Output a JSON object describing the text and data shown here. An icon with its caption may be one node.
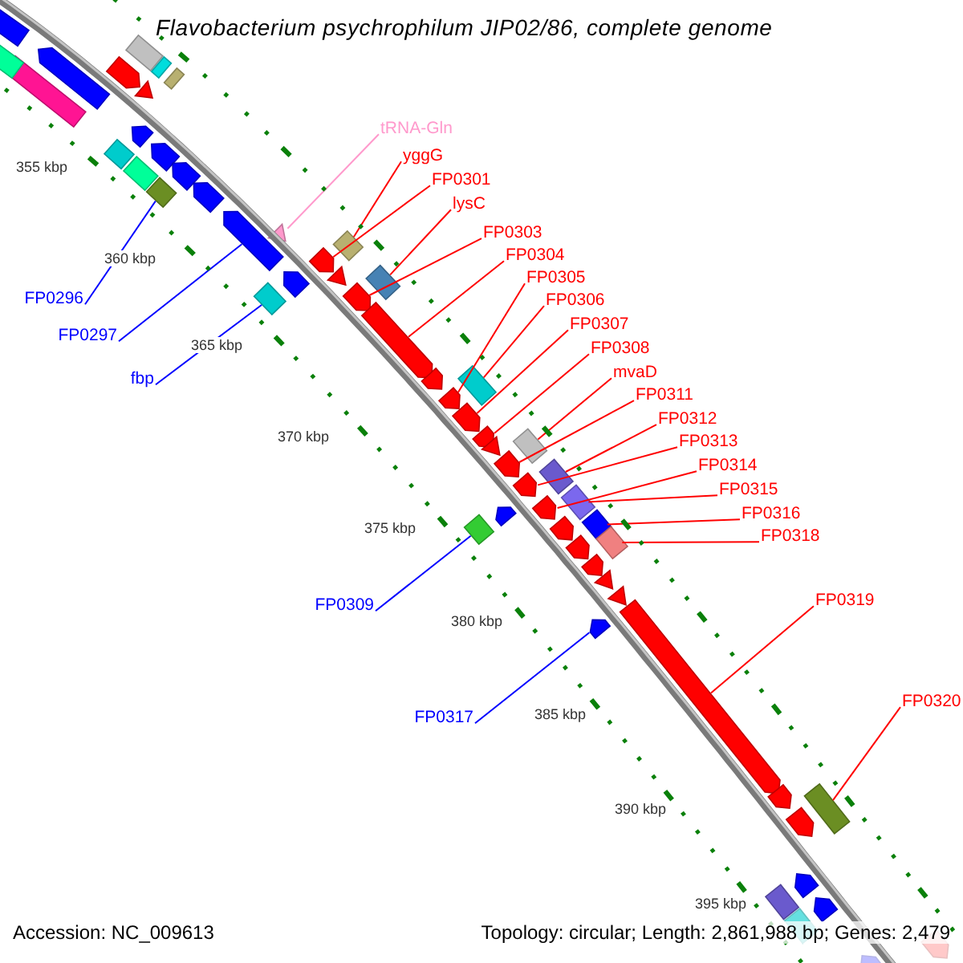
{
  "diagram": {
    "title": "Flavobacterium psychrophilum JIP02/86, complete genome",
    "nodes": [
      {
        "text": [
          "tRNA-Gln"
        ]
      },
      {
        "text": [
          "yggG"
        ]
      },
      {
        "text": [
          "FP0301"
        ]
      },
      {
        "text": [
          "lysC"
        ]
      },
      {
        "text": [
          "FP0303"
        ]
      },
      {
        "text": [
          "FP0304"
        ]
      },
      {
        "text": [
          "FP0305"
        ]
      },
      {
        "text": [
          "FP0306"
        ]
      },
      {
        "text": [
          "FP0307"
        ]
      },
      {
        "text": [
          "FP0308"
        ]
      },
      {
        "text": [
          "mvaD"
        ]
      },
      {
        "text": [
          "FP0311"
        ]
      },
      {
        "text": [
          "FP0312"
        ]
      },
      {
        "text": [
          "FP0313"
        ]
      },
      {
        "text": [
          "FP0314"
        ]
      },
      {
        "text": [
          "FP0315"
        ]
      },
      {
        "text": [
          "FP0316"
        ]
      },
      {
        "text": [
          "FP0318"
        ]
      },
      {
        "text": [
          "FP0319"
        ]
      },
      {
        "text": [
          "FP0320"
        ]
      },
      {
        "text": [
          "FP0296"
        ]
      },
      {
        "text": [
          "FP0297"
        ]
      },
      {
        "text": [
          "fbp"
        ]
      },
      {
        "text": [
          "FP0309"
        ]
      },
      {
        "text": [
          "FP0317"
        ]
      },
      {
        "text": [],
        "shape": "triangle"
      },
      {
        "text": [],
        "shape": "diamond"
      },
      {
        "text": [],
        "shape": "arrow"
      },
      {
        "text": [],
        "shape": "box"
      },
      {
        "text": [],
        "shape": "arrow"
      },
      {
        "text": [],
        "shape": "arrow"
      },
      {
        "text": [],
        "shape": "arrow"
      },
      {
        "text": [],
        "shape": "box"
      },
      {
        "text": [],
        "shape": "arrow"
      },
      {
        "text": [],
        "shape": "arrow"
      },
      {
        "text": [],
        "shape": "box"
      },
      {
        "text": [],
        "shape": "arrow"
      },
      {
        "text": [],
        "shape": "box"
      },
      {
        "text": [],
        "shape": "arrow"
      },
      {
        "text": [],
        "shape": "arrow"
      },
      {
        "text": [],
        "shape": "box"
      },
      {
        "text": [],
        "shape": "diamond"
      },
      {
        "text": [],
        "shape": "box"
      },
      {
        "text": [],
        "shape": "arrow"
      },
      {
        "text": [],
        "shape": "box"
      },
      {
        "text": [],
        "shape": "diamond"
      },
      {
        "text": [],
        "shape": "arrow"
      },
      {
        "text": [],
        "shape": "box"
      },
      {
        "text": [],
        "shape": "diamond"
      },
      {
        "text": [],
        "shape": "arrow"
      },
      {
        "text": [],
        "shape": "arrow"
      },
      {
        "text": [],
        "shape": "arrow"
      },
      {
        "text": [],
        "shape": "box"
      },
      {
        "text": [],
        "shape": "box"
      },
      {
        "text": [],
        "shape": "arrow"
      },
      {
        "text": [],
        "shape": "box"
      },
      {
        "text": [],
        "shape": "box"
      },
      {
        "text": [],
        "shape": "box"
      },
      {
        "text": [],
        "shape": "triangle"
      },
      {
        "text": [],
        "shape": "arrow"
      },
      {
        "text": [],
        "shape": "arrow"
      },
      {
        "text": [],
        "shape": "arrow"
      },
      {
        "text": [],
        "shape": "arrow"
      },
      {
        "text": [],
        "shape": "arrow"
      },
      {
        "text": [],
        "shape": "diamond"
      },
      {
        "text": [],
        "shape": "box"
      },
      {
        "text": [],
        "shape": "triangle"
      },
      {
        "text": [],
        "shape": "arrow"
      },
      {
        "text": [],
        "shape": "triangle"
      },
      {
        "text": [],
        "shape": "arrow"
      },
      {
        "text": [],
        "shape": "arrow"
      },
      {
        "text": [],
        "shape": "arrow"
      },
      {
        "text": [],
        "shape": "triangle"
      },
      {
        "text": [],
        "shape": "triangle"
      },
      {
        "text": [],
        "shape": "arrow"
      },
      {
        "text": [],
        "shape": "arrow"
      },
      {
        "text": [],
        "shape": "arrow"
      },
      {
        "text": [],
        "shape": "arrow"
      },
      {
        "text": [],
        "shape": "arrow"
      },
      {
        "text": [],
        "shape": "box"
      },
      {
        "text": [],
        "shape": "box"
      },
      {
        "text": [],
        "shape": "arrow"
      },
      {
        "text": [],
        "shape": "arrow"
      }
    ],
    "edges": [
      {
        "from": 0,
        "to": 25,
        "arrow": "none",
        "color": "#ff99cc"
      },
      {
        "from": 1,
        "to": 26,
        "arrow": "none"
      },
      {
        "from": 2,
        "to": 27,
        "arrow": "none"
      },
      {
        "from": 3,
        "to": 28,
        "arrow": "none"
      },
      {
        "from": 4,
        "to": 29,
        "arrow": "none"
      },
      {
        "from": 5,
        "to": 30,
        "arrow": "none"
      },
      {
        "from": 6,
        "to": 31,
        "arrow": "none"
      },
      {
        "from": 7,
        "to": 32,
        "arrow": "none"
      },
      {
        "from": 8,
        "to": 33,
        "arrow": "none"
      },
      {
        "from": 9,
        "to": 34,
        "arrow": "none"
      },
      {
        "from": 10,
        "to": 35,
        "arrow": "none"
      },
      {
        "from": 11,
        "to": 36,
        "arrow": "none"
      },
      {
        "from": 12,
        "to": 37,
        "arrow": "none"
      },
      {
        "from": 13,
        "to": 38,
        "arrow": "none"
      },
      {
        "from": 14,
        "to": 39,
        "arrow": "none"
      },
      {
        "from": 15,
        "to": 40,
        "arrow": "none"
      },
      {
        "from": 16,
        "to": 41,
        "arrow": "none"
      },
      {
        "from": 17,
        "to": 42,
        "arrow": "none"
      },
      {
        "from": 18,
        "to": 43,
        "arrow": "none"
      },
      {
        "from": 19,
        "to": 44,
        "arrow": "none"
      },
      {
        "from": 20,
        "to": 45,
        "arrow": "none",
        "color": "#0000ff"
      },
      {
        "from": 21,
        "to": 46,
        "arrow": "none",
        "color": "#0000ff"
      },
      {
        "from": 22,
        "to": 47,
        "arrow": "none",
        "color": "#0000ff"
      },
      {
        "from": 23,
        "to": 48,
        "arrow": "none",
        "color": "#0000ff"
      },
      {
        "from": 24,
        "to": 49,
        "arrow": "none",
        "color": "#0000ff"
      }
    ],
    "labels": [
      "355 kbp",
      "360 kbp",
      "365 kbp",
      "370 kbp",
      "375 kbp",
      "380 kbp",
      "385 kbp",
      "390 kbp",
      "395 kbp",
      "Accession: NC_009613",
      "Topology: circular; Length: 2,861,988 bp; Genes: 2,479"
    ]
  }
}
